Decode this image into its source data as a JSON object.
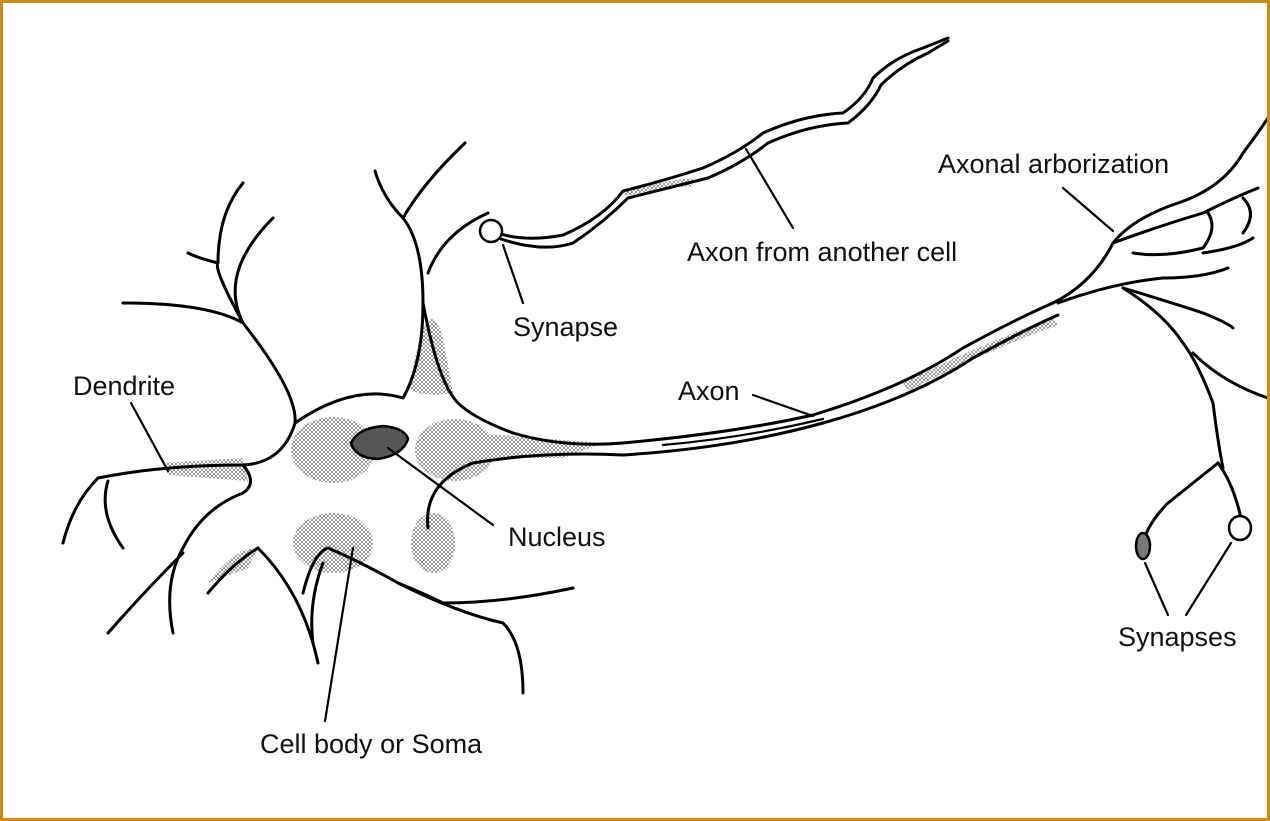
{
  "labels": {
    "dendrite": "Dendrite",
    "synapse": "Synapse",
    "axon_from_another_cell": "Axon from another cell",
    "axonal_arborization": "Axonal arborization",
    "axon": "Axon",
    "nucleus": "Nucleus",
    "cell_body": "Cell body or Soma",
    "synapses": "Synapses"
  },
  "colors": {
    "frame": "#d08a18",
    "shading": "#a8a8a8",
    "nucleus": "#555555",
    "ink": "#000000"
  }
}
